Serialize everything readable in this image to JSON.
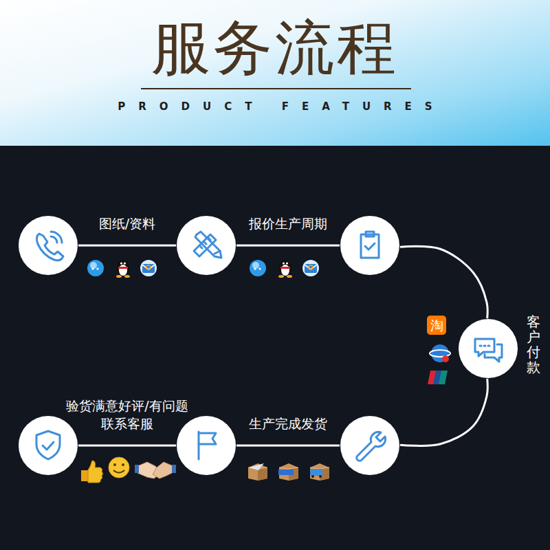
{
  "diagram": {
    "title": "服务流程",
    "nodes": [
      {
        "text": []
      },
      {
        "text": []
      },
      {
        "text": []
      },
      {
        "text": [
          "客户付款"
        ]
      },
      {
        "text": []
      },
      {
        "text": []
      },
      {
        "text": []
      }
    ],
    "edges": [
      {
        "from": 0,
        "to": 1,
        "arrow": "none",
        "label": "图纸/资料"
      },
      {
        "from": 1,
        "to": 2,
        "arrow": "none",
        "label": "报价生产周期"
      },
      {
        "from": 2,
        "to": 3,
        "arrow": "none"
      },
      {
        "from": 3,
        "to": 4,
        "arrow": "none"
      },
      {
        "from": 4,
        "to": 5,
        "arrow": "none",
        "label": "生产完成发货"
      },
      {
        "from": 5,
        "to": 6,
        "arrow": "none",
        "label": "验货满意好评/有问题 联系客服"
      }
    ],
    "labels": [
      "PRODUCT FEATURES",
      "淘"
    ]
  }
}
